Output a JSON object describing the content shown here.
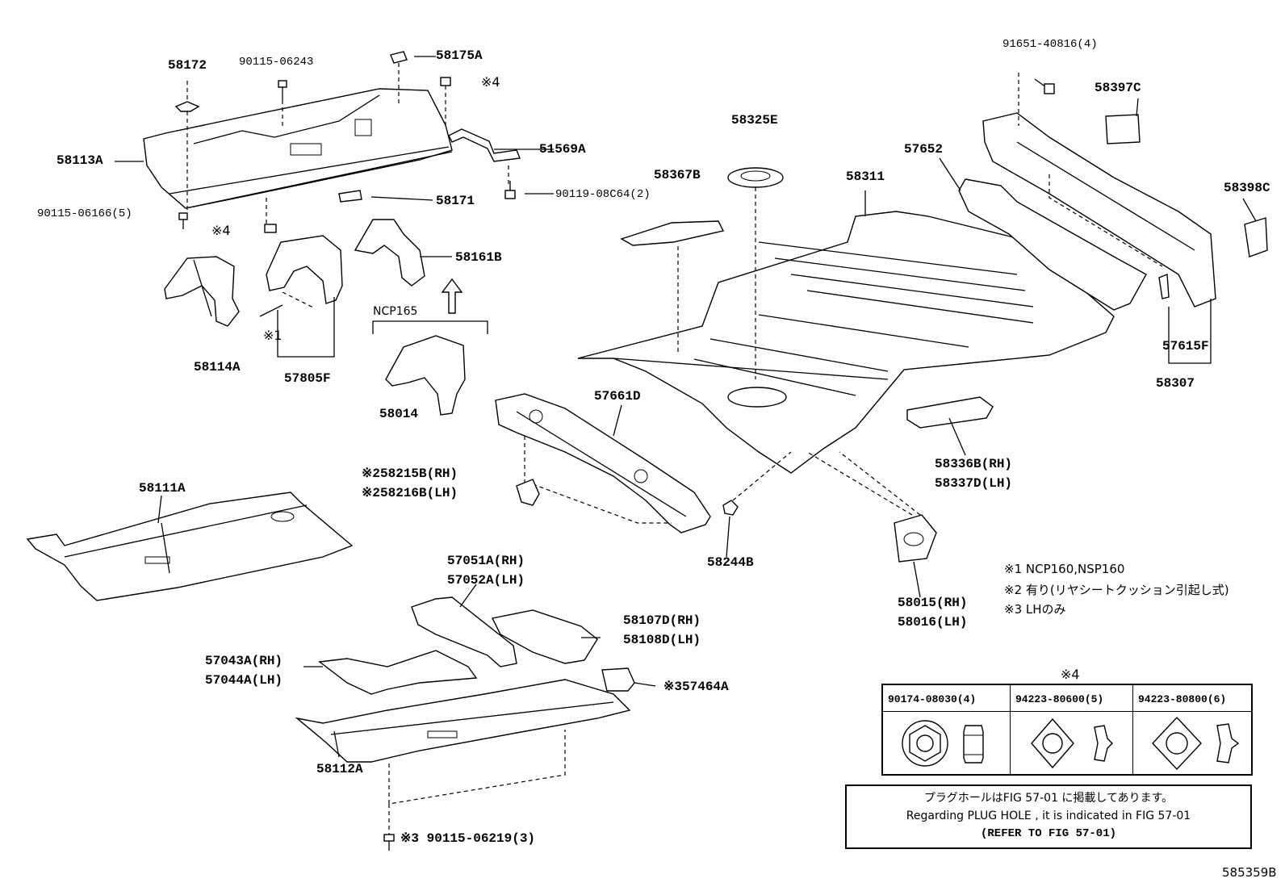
{
  "labels": {
    "p58172": "58172",
    "p90115_06243": "90115-06243",
    "p58175A": "58175A",
    "p4_a": "※4",
    "p51569A": "51569A",
    "p58113A": "58113A",
    "p90119": "90119-08C64(2)",
    "p90115_06166": "90115-06166(5)",
    "p58171": "58171",
    "p4_b": "※4",
    "p58161B": "58161B",
    "p1": "※1",
    "p58114A": "58114A",
    "p57805F": "57805F",
    "ncp165": "NCP165",
    "p58014": "58014",
    "p58325E": "58325E",
    "p58367B": "58367B",
    "p58311": "58311",
    "p57652": "57652",
    "p91651": "91651-40816(4)",
    "p58397C": "58397C",
    "p58398C": "58398C",
    "p57615F": "57615F",
    "p58307": "58307",
    "p57661D": "57661D",
    "p58336B": "58336B(RH)",
    "p58337D": "58337D(LH)",
    "p58215B": "※258215B(RH)",
    "p58216B": "※258216B(LH)",
    "p58111A": "58111A",
    "p58244B": "58244B",
    "p58015": "58015(RH)",
    "p58016": "58016(LH)",
    "p57051A": "57051A(RH)",
    "p57052A": "57052A(LH)",
    "p58107D": "58107D(RH)",
    "p58108D": "58108D(LH)",
    "p57043A": "57043A(RH)",
    "p57044A": "57044A(LH)",
    "p57464A": "※357464A",
    "p58112A": "58112A",
    "p90115_06219": "※3 90115-06219(3)",
    "figure_id": "585359B"
  },
  "notes": {
    "n1": "※1  NCP160,NSP160",
    "n2": "※2  有り(リヤシートクッション引起し式)",
    "n3": "※3  LHのみ"
  },
  "table": {
    "title": "※4",
    "columns": [
      "90174-08030(4)",
      "94223-80600(5)",
      "94223-80800(6)"
    ]
  },
  "plug_note": {
    "line1": "プラグホールはFIG 57-01 に掲載してあります。",
    "line2": "Regarding  PLUG  HOLE , it is indicated in  FIG  57-01",
    "line3": "(REFER TO FIG 57-01)"
  }
}
